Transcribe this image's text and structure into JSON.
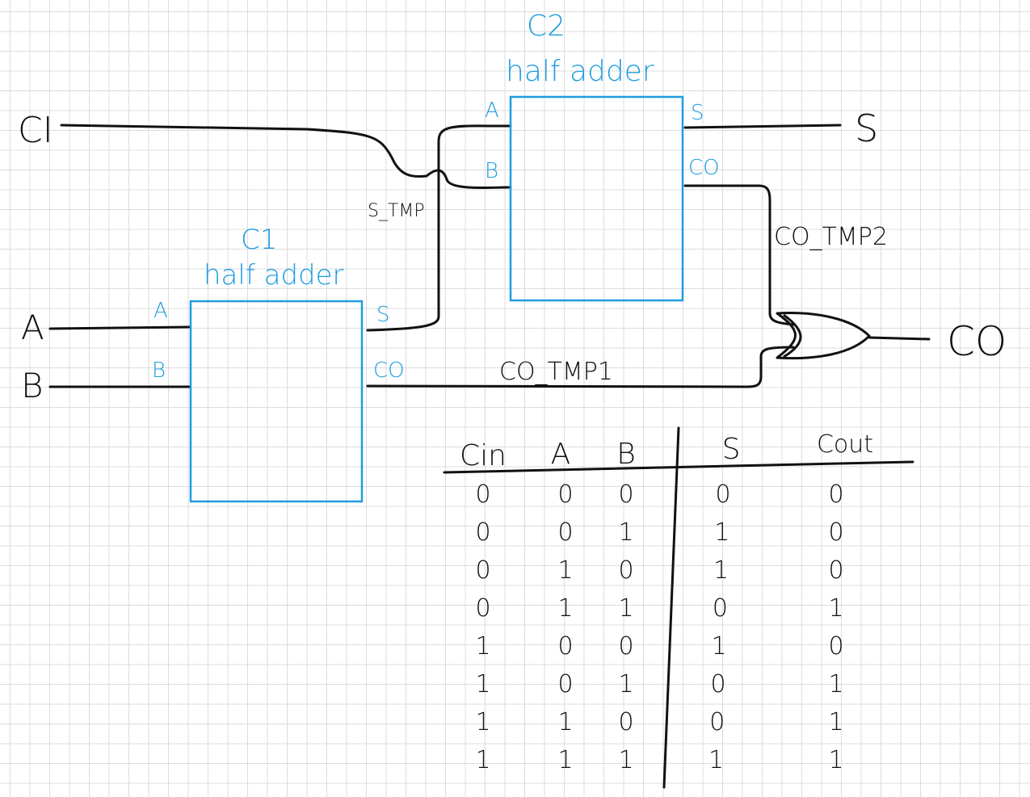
{
  "colors": {
    "component": "#1f9de0",
    "ink": "#111111",
    "grid": "#dcdcdc"
  },
  "inputs": {
    "ci": "CI",
    "a": "A",
    "b": "B"
  },
  "outputs": {
    "s": "S",
    "co": "CO"
  },
  "c1": {
    "name": "C1",
    "type": "half adder",
    "ports": {
      "a": "A",
      "b": "B",
      "s": "S",
      "co": "CO"
    }
  },
  "c2": {
    "name": "C2",
    "type": "half adder",
    "ports": {
      "a": "A",
      "b": "B",
      "s": "S",
      "co": "CO"
    }
  },
  "nets": {
    "s_tmp": "S_TMP",
    "co_tmp1": "CO_TMP1",
    "co_tmp2": "CO_TMP2"
  },
  "truth_table": {
    "headers": [
      "Cin",
      "A",
      "B",
      "S",
      "Cout"
    ],
    "rows": [
      [
        "0",
        "0",
        "0",
        "0",
        "0"
      ],
      [
        "0",
        "0",
        "1",
        "1",
        "0"
      ],
      [
        "0",
        "1",
        "0",
        "1",
        "0"
      ],
      [
        "0",
        "1",
        "1",
        "0",
        "1"
      ],
      [
        "1",
        "0",
        "0",
        "1",
        "0"
      ],
      [
        "1",
        "0",
        "1",
        "0",
        "1"
      ],
      [
        "1",
        "1",
        "0",
        "0",
        "1"
      ],
      [
        "1",
        "1",
        "1",
        "1",
        "1"
      ]
    ]
  }
}
